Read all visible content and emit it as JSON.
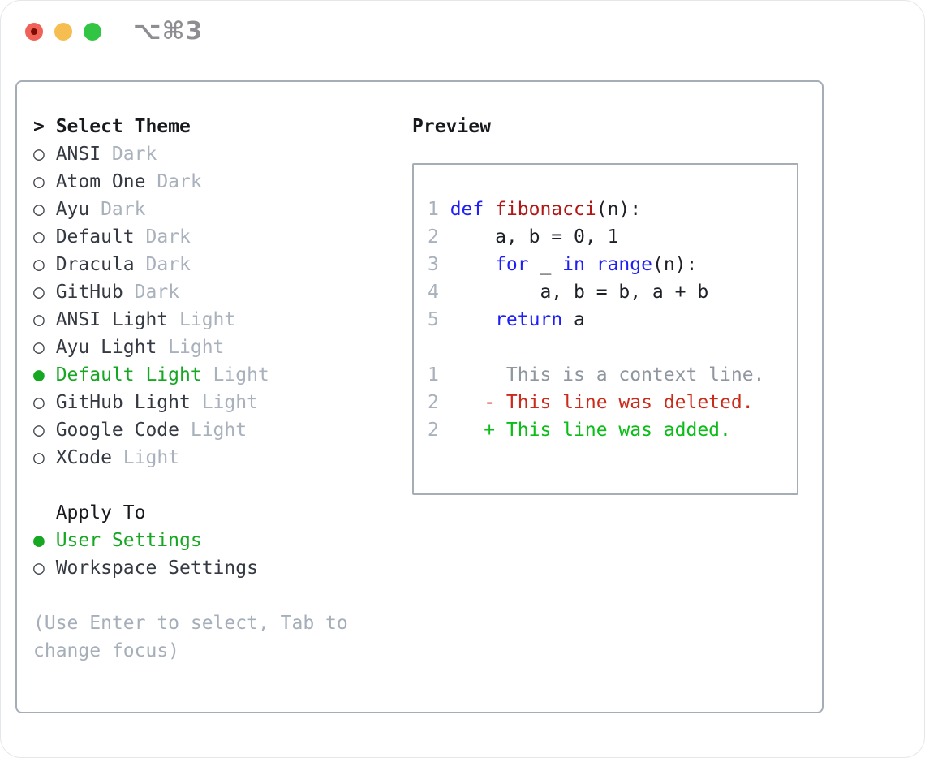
{
  "window": {
    "title": "⌥⌘3",
    "traffic_lights": [
      {
        "name": "close",
        "color": "#f06257"
      },
      {
        "name": "minimize",
        "color": "#f6be50"
      },
      {
        "name": "zoom",
        "color": "#32c544"
      }
    ]
  },
  "icons": {
    "prompt": ">",
    "radio_off": "○",
    "radio_on": "●"
  },
  "theme_picker": {
    "heading": "Select Theme",
    "themes": [
      {
        "name": "ANSI",
        "variant": "Dark",
        "selected": false
      },
      {
        "name": "Atom One",
        "variant": "Dark",
        "selected": false
      },
      {
        "name": "Ayu",
        "variant": "Dark",
        "selected": false
      },
      {
        "name": "Default",
        "variant": "Dark",
        "selected": false
      },
      {
        "name": "Dracula",
        "variant": "Dark",
        "selected": false
      },
      {
        "name": "GitHub",
        "variant": "Dark",
        "selected": false
      },
      {
        "name": "ANSI Light",
        "variant": "Light",
        "selected": false
      },
      {
        "name": "Ayu Light",
        "variant": "Light",
        "selected": false
      },
      {
        "name": "Default Light",
        "variant": "Light",
        "selected": true
      },
      {
        "name": "GitHub Light",
        "variant": "Light",
        "selected": false
      },
      {
        "name": "Google Code",
        "variant": "Light",
        "selected": false
      },
      {
        "name": "XCode",
        "variant": "Light",
        "selected": false
      }
    ],
    "apply_to": {
      "heading": "Apply To",
      "options": [
        {
          "name": "User Settings",
          "selected": true
        },
        {
          "name": "Workspace Settings",
          "selected": false
        }
      ]
    },
    "hint_lines": [
      "(Use Enter to select, Tab to",
      "change focus)"
    ]
  },
  "preview": {
    "heading": "Preview",
    "lines": [
      {
        "num": "1",
        "segments": [
          {
            "t": "def",
            "c": "kw"
          },
          {
            "t": " "
          },
          {
            "t": "fibonacci",
            "c": "fn"
          },
          {
            "t": "(n):"
          }
        ]
      },
      {
        "num": "2",
        "segments": [
          {
            "t": "    a, b = 0, 1"
          }
        ]
      },
      {
        "num": "3",
        "segments": [
          {
            "t": "    "
          },
          {
            "t": "for",
            "c": "kw"
          },
          {
            "t": " _ "
          },
          {
            "t": "in",
            "c": "kw"
          },
          {
            "t": " "
          },
          {
            "t": "range",
            "c": "kw"
          },
          {
            "t": "(n):"
          }
        ]
      },
      {
        "num": "4",
        "segments": [
          {
            "t": "        a, b = b, a + b"
          }
        ]
      },
      {
        "num": "5",
        "segments": [
          {
            "t": "    "
          },
          {
            "t": "return",
            "c": "kw"
          },
          {
            "t": " a"
          }
        ]
      },
      {
        "num": "",
        "segments": []
      },
      {
        "num": "1",
        "segments": [
          {
            "t": "     This is a context line.",
            "c": "ctx"
          }
        ]
      },
      {
        "num": "2",
        "segments": [
          {
            "t": "   - This line was deleted.",
            "c": "del"
          }
        ]
      },
      {
        "num": "2",
        "segments": [
          {
            "t": "   + This line was added.",
            "c": "add"
          }
        ]
      }
    ]
  },
  "colors": {
    "accent_green_selected": "#16a723",
    "diff_added_green": "#0bbd17",
    "diff_deleted_red": "#ca2b1a",
    "diff_context_gray": "#8f969f",
    "keyword_blue": "#1e1ef7",
    "function_name_red": "#b01715",
    "muted_gray": "#a9b1bd",
    "panel_border_gray": "#a5adb7",
    "traffic_red": "#f06257",
    "traffic_yellow": "#f6be50",
    "traffic_green": "#32c544"
  }
}
